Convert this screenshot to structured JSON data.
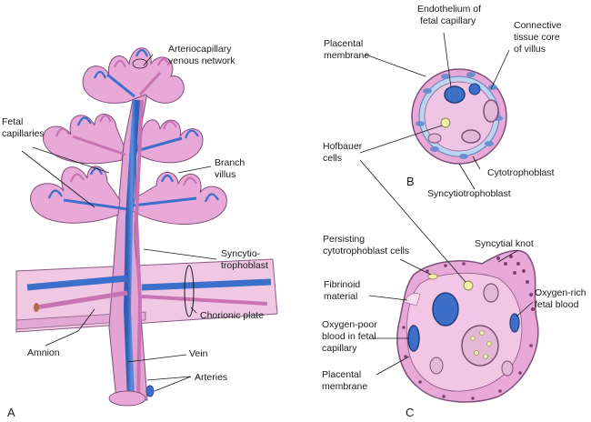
{
  "panels": {
    "a": "A",
    "b": "B",
    "c": "C"
  },
  "labels": {
    "arteriocapillary_1": "Arteriocapillary",
    "arteriocapillary_2": "venous network",
    "fetal_capillaries_1": "Fetal",
    "fetal_capillaries_2": "capillaries",
    "branch_villus_1": "Branch",
    "branch_villus_2": "villus",
    "syncytio_1": "Syncytio-",
    "syncytio_2": "trophoblast",
    "chorionic_plate": "Chorionic plate",
    "amnion": "Amnion",
    "vein": "Vein",
    "arteries": "Arteries",
    "endothelium_1": "Endothelium of",
    "endothelium_2": "fetal capillary",
    "placental_membrane_b_1": "Placental",
    "placental_membrane_b_2": "membrane",
    "connective_1": "Connective",
    "connective_2": "tissue core",
    "connective_3": "of villus",
    "hofbauer_1": "Hofbauer",
    "hofbauer_2": "cells",
    "cytotrophoblast": "Cytotrophoblast",
    "syncytiotrophoblast": "Syncytiotrophoblast",
    "persisting_1": "Persisting",
    "persisting_2": "cytotrophoblast cells",
    "syncytial_knot": "Syncytial knot",
    "fibrinoid_1": "Fibrinoid",
    "fibrinoid_2": "material",
    "oxygen_rich_1": "Oxygen-rich",
    "oxygen_rich_2": "fetal blood",
    "oxygen_poor_1": "Oxygen-poor",
    "oxygen_poor_2": "blood in fetal",
    "oxygen_poor_3": "capillary",
    "placental_membrane_c_1": "Placental",
    "placental_membrane_c_2": "membrane"
  },
  "colors": {
    "villus_fill": "#e8a9d8",
    "villus_stroke": "#7d4f7a",
    "vessel_blue": "#3b6fc9",
    "vessel_pink": "#c874b4",
    "chorionic": "#f0c0e0",
    "capillary_light": "#b8d2f0"
  }
}
